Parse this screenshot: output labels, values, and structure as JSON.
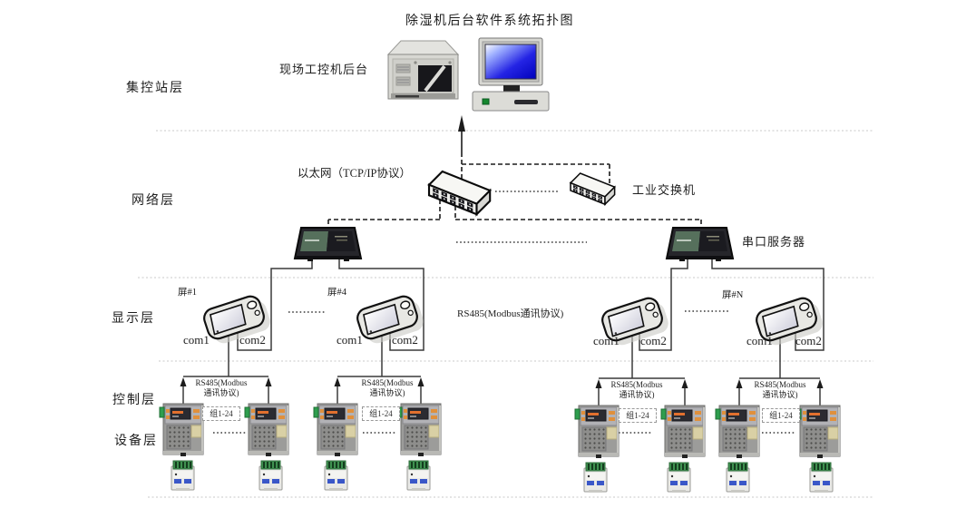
{
  "title": "除湿机后台软件系统拓扑图",
  "layers": [
    {
      "label": "集控站层"
    },
    {
      "label": "网络层"
    },
    {
      "label": "显示层"
    },
    {
      "label": "控制层"
    },
    {
      "label": "设备层"
    }
  ],
  "labels": {
    "field_ipc": "现场工控机后台",
    "ethernet": "以太网（TCP/IP协议）",
    "industrial_switch": "工业交换机",
    "serial_server": "串口服务器",
    "rs485_display_bus": "RS485(Modbus通讯协议)",
    "com1": "com1",
    "com2": "com2",
    "rs485_line1": "RS485(Modbus",
    "rs485_line2": "通讯协议)",
    "group_range": "组1-24"
  },
  "screens": [
    {
      "name": "屏#1"
    },
    {
      "name": "屏#4"
    },
    {
      "name": ""
    },
    {
      "name": "屏#N"
    }
  ],
  "colors": {
    "monitor_screen_blue": "#0b0bd8",
    "server_panel_green": "#56705c",
    "controller_button_green": "#2e9e4e",
    "controller_accent_orange": "#e0903c",
    "module_terminal_green": "#3f9150",
    "module_label_blue": "#3a57c8",
    "line": "#3a3a3a",
    "separator": "#c8c8c8"
  }
}
